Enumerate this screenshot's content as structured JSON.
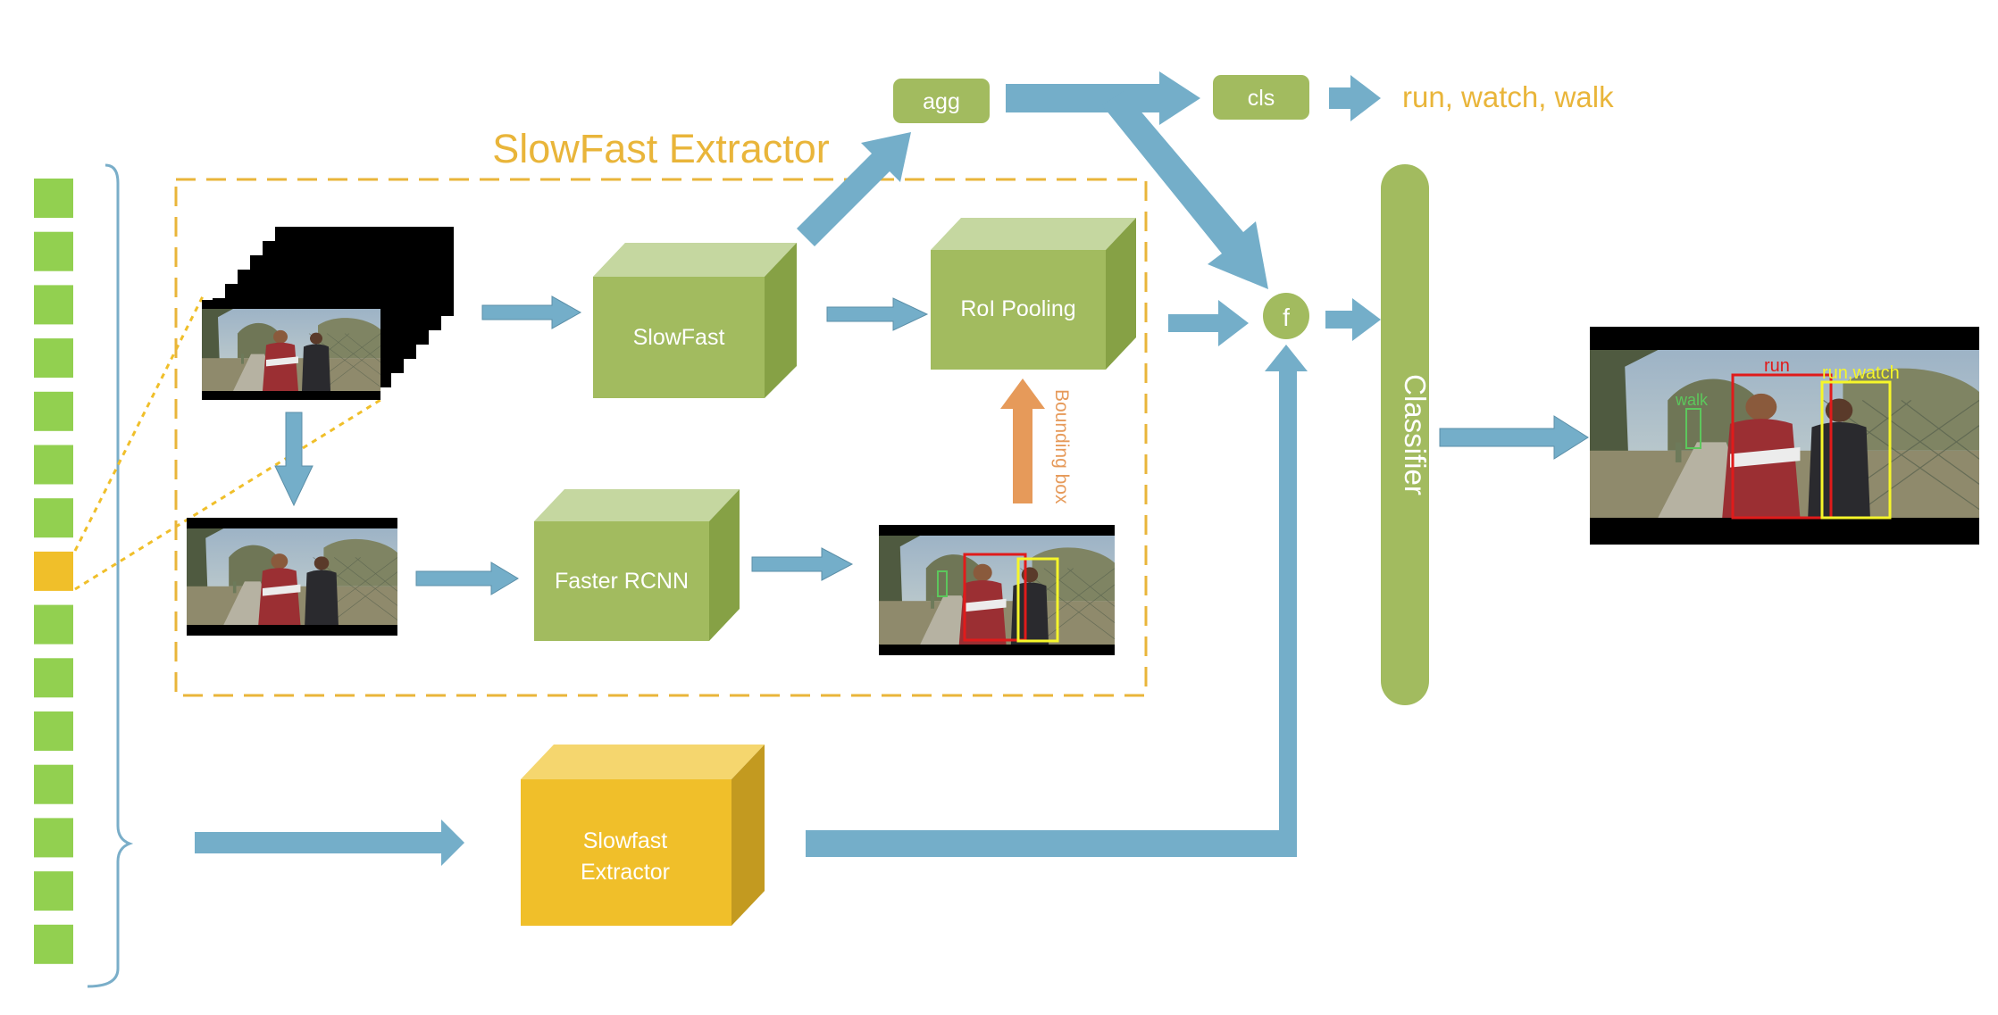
{
  "diagram": {
    "title": "SlowFast Extractor",
    "nodes": {
      "agg": "agg",
      "cls": "cls",
      "slowfast": "SlowFast",
      "roi": "RoI Pooling",
      "faster": "Faster RCNN",
      "fuse": "f",
      "classifier": "Classifier",
      "extractor_line1": "Slowfast",
      "extractor_line2": "Extractor"
    },
    "edge_labels": {
      "bbox": "Bounding box"
    },
    "outputs": {
      "classes": "run, watch, walk"
    },
    "detections": {
      "run": "run",
      "run_watch": "run,watch",
      "walk": "walk"
    },
    "colors": {
      "green": "#a2bb5f",
      "green_top": "#c5d7a0",
      "green_side": "#86a145",
      "yellow": "#f0bf2a",
      "yellow_top": "#f5d66e",
      "yellow_side": "#c39a20",
      "arrow": "#74aec9",
      "orange_arrow": "#e69a5a",
      "title": "#e9b53a",
      "bracket": "#7aaec9",
      "strip_green": "#92d050",
      "strip_yellow": "#f0bf2a"
    },
    "strip": {
      "count": 15,
      "highlight_index": 7
    }
  }
}
